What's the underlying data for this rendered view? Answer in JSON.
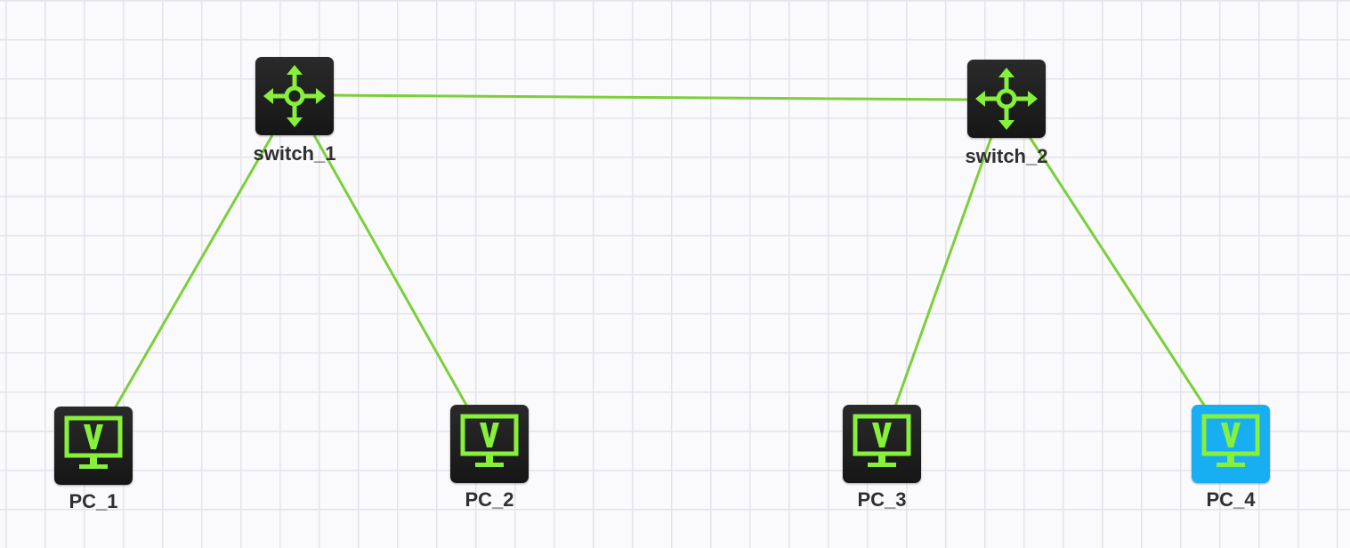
{
  "colors": {
    "link": "#7ccf3a",
    "icon_green": "#86f03a",
    "node_dark": "#1e1e1e",
    "node_selected": "#17aef2"
  },
  "nodes": [
    {
      "id": "switch_1",
      "label": "switch_1",
      "kind": "switch",
      "icon": "router-arrows-icon",
      "selected": false
    },
    {
      "id": "switch_2",
      "label": "switch_2",
      "kind": "switch",
      "icon": "router-arrows-icon",
      "selected": false
    },
    {
      "id": "PC_1",
      "label": "PC_1",
      "kind": "pc",
      "icon": "monitor-v-icon",
      "selected": false
    },
    {
      "id": "PC_2",
      "label": "PC_2",
      "kind": "pc",
      "icon": "monitor-v-icon",
      "selected": false
    },
    {
      "id": "PC_3",
      "label": "PC_3",
      "kind": "pc",
      "icon": "monitor-v-icon",
      "selected": false
    },
    {
      "id": "PC_4",
      "label": "PC_4",
      "kind": "pc",
      "icon": "monitor-v-icon",
      "selected": true
    }
  ],
  "links": [
    {
      "from": "switch_1",
      "to": "switch_2"
    },
    {
      "from": "switch_1",
      "to": "PC_1"
    },
    {
      "from": "switch_1",
      "to": "PC_2"
    },
    {
      "from": "switch_2",
      "to": "PC_3"
    },
    {
      "from": "switch_2",
      "to": "PC_4"
    }
  ]
}
